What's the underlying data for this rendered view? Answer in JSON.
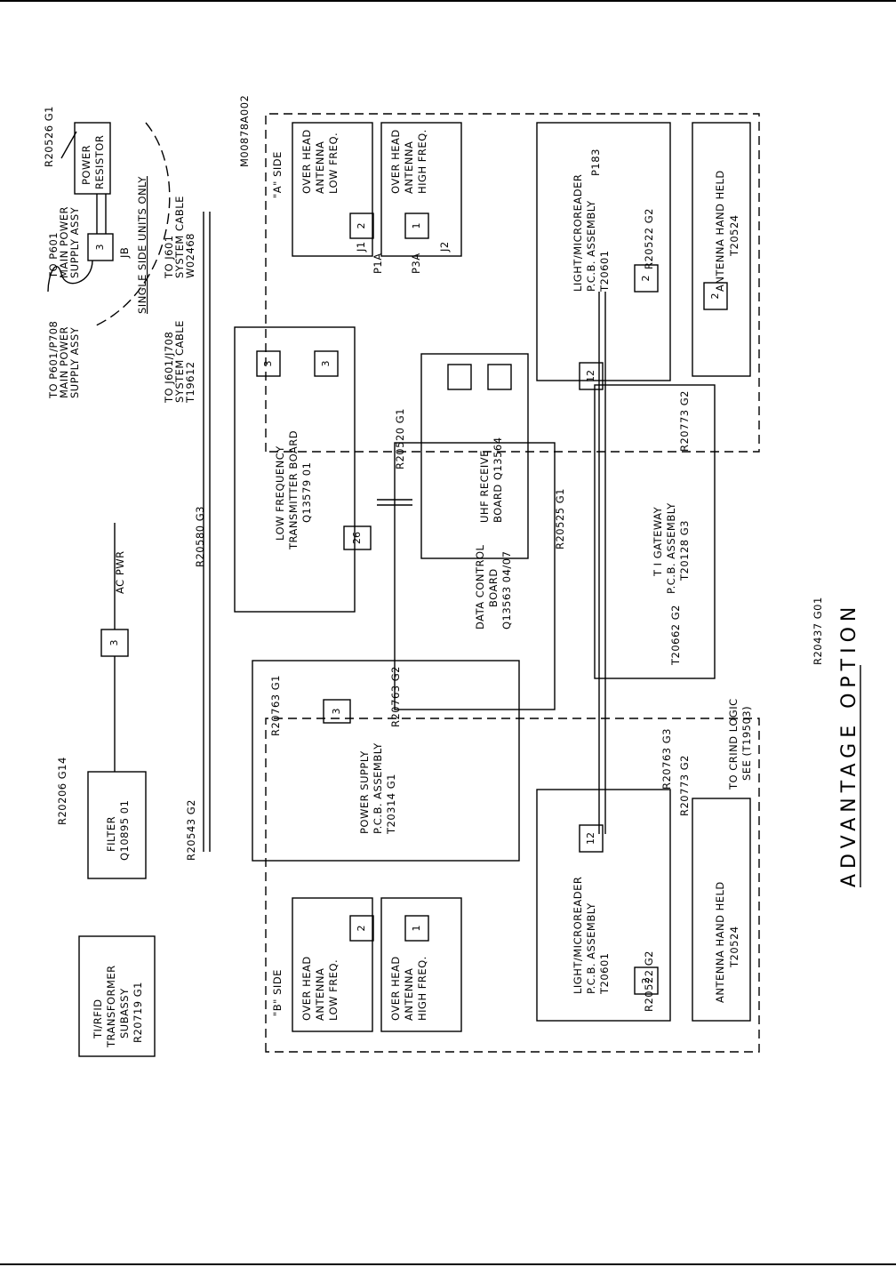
{
  "title": "ADVANTAGE OPTION",
  "single_side_note": "SINGLE SIDE UNITS ONLY",
  "parts": {
    "r20526": "R20526 G1",
    "power_resistor": [
      "POWER",
      "RESISTOR"
    ],
    "m00878": "M00878A002",
    "a_side": "\"A\" SIDE",
    "b_side": "\"B\" SIDE",
    "ant_low": [
      "OVER HEAD",
      "ANTENNA",
      "LOW FREQ."
    ],
    "ant_high": [
      "OVER HEAD",
      "ANTENNA",
      "HIGH FREQ."
    ],
    "light_micro": [
      "LIGHT/MICROREADER",
      "P.C.B. ASSEMBLY",
      "T20601"
    ],
    "hand_held": [
      "ANTENNA HAND HELD",
      "T20524"
    ],
    "lf_tx": [
      "LOW FREQUENCY",
      "TRANSMITTER BOARD",
      "Q13579 01"
    ],
    "uhf_rx": [
      "UHF RECEIVE",
      "BOARD Q13564"
    ],
    "data_ctrl": [
      "DATA CONTROL",
      "BOARD",
      "Q13563 04/07"
    ],
    "ti_gateway": [
      "T I GATEWAY",
      "P.C.B. ASSEMBLY",
      "T20128 G3"
    ],
    "power_supply": [
      "POWER SUPPLY",
      "P.C.B. ASSEMBLY",
      "T20314 G1"
    ],
    "filter": [
      "FILTER",
      "Q10895 01"
    ],
    "transformer": [
      "TI/RFID",
      "TRANSFORMER",
      "SUBASSY",
      "R20719 G1"
    ],
    "to_p601_p708": [
      "TO P601/P708",
      "MAIN POWER",
      "SUPPLY ASSY"
    ],
    "to_p601": [
      "TO P601",
      "MAIN POWER",
      "SUPPLY ASSY"
    ],
    "to_j601_j708": [
      "TO J601/J708",
      "SYSTEM CABLE",
      "T19612"
    ],
    "to_j601": [
      "TO J601",
      "SYSTEM CABLE",
      "W02468"
    ],
    "to_crind": [
      "TO CRIND LOGIC",
      "SEE (T19503)"
    ],
    "ac_pwr": "AC PWR",
    "cables": {
      "r20520": "R20520 G1",
      "r20525": "R20525 G1",
      "r20763_g2": "R20763 G2",
      "r20763_g1": "R20763 G1",
      "r20763_g3": "R20763 G3",
      "r20773_g2": "R20773 G2",
      "r20522_g2": "R20522 G2",
      "t20662_g2": "T20662 G2",
      "r20437": "R20437 G01",
      "r20580": "R20580 G3",
      "r20206": "R20206 G14",
      "r20543": "R20543 G2"
    }
  }
}
